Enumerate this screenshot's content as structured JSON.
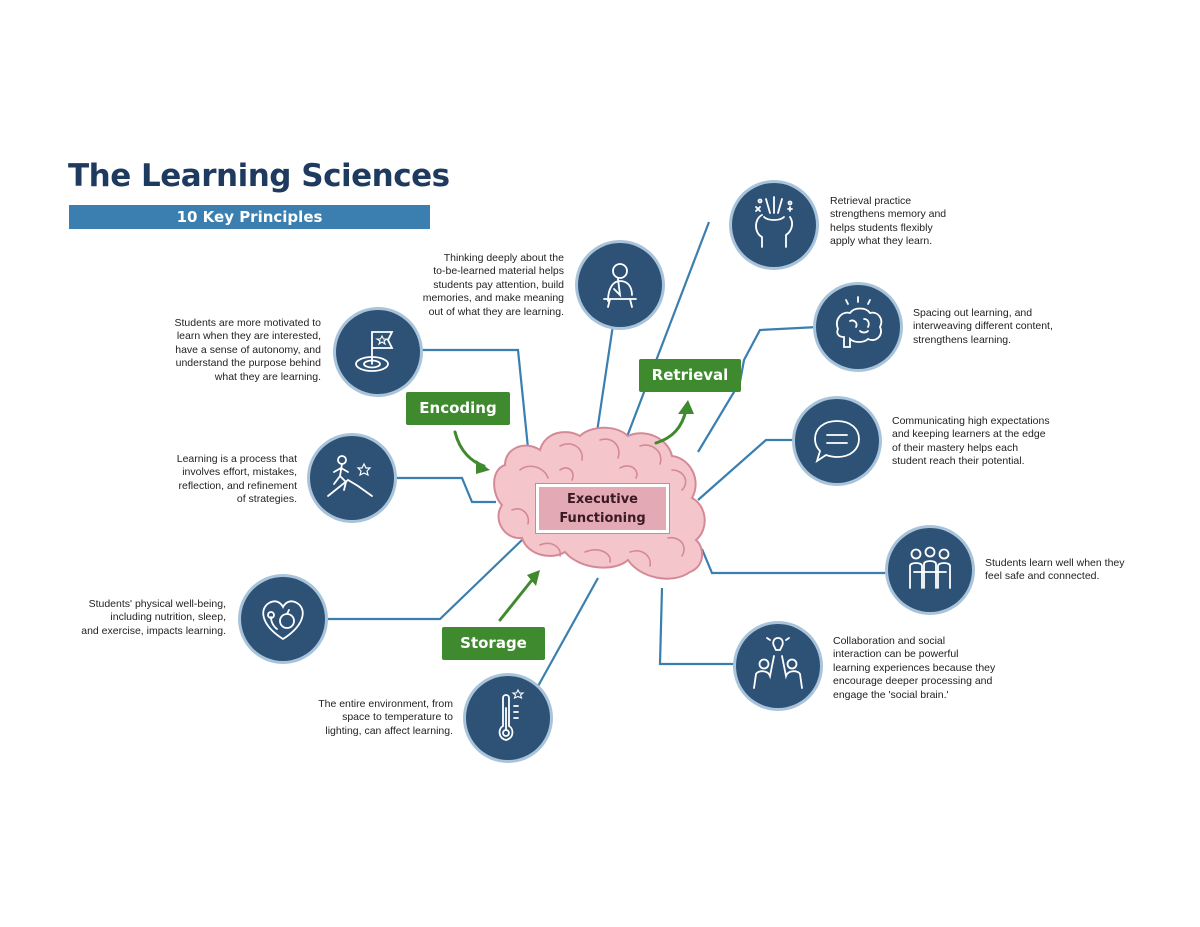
{
  "header": {
    "title": "The Learning Sciences",
    "subtitle": "10 Key Principles"
  },
  "center": {
    "line1": "Executive",
    "line2": "Functioning"
  },
  "stages": {
    "encoding": "Encoding",
    "retrieval": "Retrieval",
    "storage": "Storage"
  },
  "principles": {
    "thinking": [
      "Thinking deeply about the",
      "to-be-learned material helps",
      "students pay attention, build",
      "memories, and make meaning",
      "out of what they are learning."
    ],
    "motivation": [
      "Students are more motivated to",
      "learn when they are interested,",
      "have a sense of autonomy, and",
      "understand the purpose behind",
      "what they are learning."
    ],
    "effort": [
      "Learning is a process that",
      "involves effort, mistakes,",
      "reflection, and refinement",
      "of strategies."
    ],
    "wellbeing": [
      "Students' physical well-being,",
      "including nutrition, sleep,",
      "and exercise, impacts learning."
    ],
    "environment": [
      "The entire environment, from",
      "space to temperature to",
      "lighting, can affect learning."
    ],
    "retrieval_practice": [
      "Retrieval practice",
      "strengthens memory and",
      "helps students flexibly",
      "apply what they learn."
    ],
    "spacing": [
      "Spacing out learning, and",
      "interweaving different content,",
      "strengthens learning."
    ],
    "expectations": [
      "Communicating high expectations",
      "and keeping learners at the edge",
      "of their mastery helps each",
      "student reach their potential."
    ],
    "safety": [
      "Students learn well when they",
      "feel safe and connected."
    ],
    "collaboration": [
      "Collaboration and social",
      "interaction can be powerful",
      "learning experiences because they",
      "encourage deeper processing and",
      "engage the 'social brain.'"
    ]
  },
  "icons": {
    "thinking": "thinker-icon",
    "motivation": "target-flag-icon",
    "effort": "climber-icon",
    "wellbeing": "heart-apple-icon",
    "environment": "thermometer-icon",
    "retrieval_practice": "head-ideas-icon",
    "spacing": "brain-icon",
    "expectations": "speech-bubble-icon",
    "safety": "group-icon",
    "collaboration": "high-five-icon"
  },
  "colors": {
    "circle": "#2e5276",
    "circle_ring": "#a9c4da",
    "connector": "#3a7fb0",
    "stage_box": "#3f8a2e",
    "brain": "#f4c6cc",
    "title": "#1e3a5f"
  }
}
